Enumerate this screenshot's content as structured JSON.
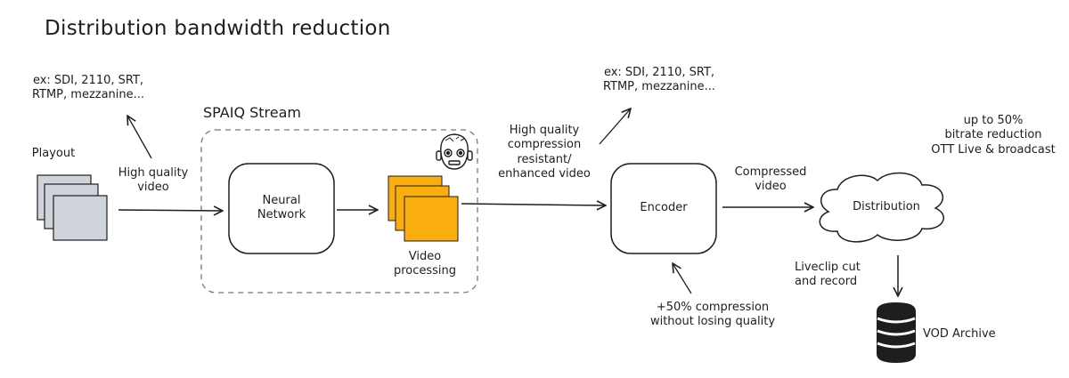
{
  "title": "Distribution bandwidth reduction",
  "group": {
    "label": "SPAIQ Stream"
  },
  "nodes": {
    "playout": {
      "label": "Playout"
    },
    "neural_network": {
      "label": "Neural\nNetwork"
    },
    "video_processing": {
      "label": "Video\nprocessing"
    },
    "encoder": {
      "label": "Encoder"
    },
    "distribution": {
      "label": "Distribution"
    },
    "vod_archive": {
      "label": "VOD Archive"
    }
  },
  "edges": {
    "playout_to_nn": {
      "label": "High quality\nvideo"
    },
    "vp_to_encoder": {
      "label": "High quality\ncompression\nresistant/\nenhanced video"
    },
    "encoder_to_distribution": {
      "label": "Compressed\nvideo"
    },
    "distribution_to_vod": {
      "label": "Liveclip cut\nand record"
    }
  },
  "annotations": {
    "formats_left": "ex: SDI, 2110, SRT,\nRTMP, mezzanine...",
    "formats_right": "ex: SDI, 2110, SRT,\nRTMP, mezzanine...",
    "encoder_note": "+50% compression\nwithout losing quality",
    "distribution_note": "up to 50%\nbitrate reduction\nOTT Live & broadcast"
  },
  "colors": {
    "stroke": "#1e1e1e",
    "playout_fill": "#ced4da",
    "video_processing_fill": "#f9ae0d",
    "background": "#ffffff"
  }
}
